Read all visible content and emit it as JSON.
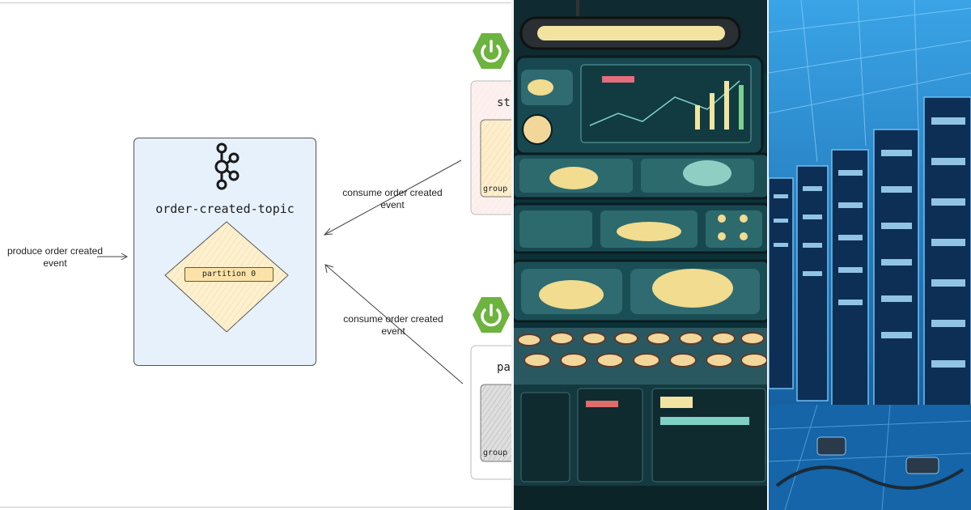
{
  "diagram": {
    "topic": {
      "title": "order-created-topic",
      "partition_label": "partition 0",
      "icon": "kafka-icon"
    },
    "edges": {
      "produce": "produce order created event",
      "consume_top": "consume order created event",
      "consume_bottom": "consume order created event"
    },
    "services": [
      {
        "name_fragment": "st",
        "group_fragment": "group",
        "icon": "spring-boot-icon"
      },
      {
        "name_fragment": "pa",
        "group_fragment": "group",
        "icon": "spring-boot-icon"
      }
    ]
  },
  "colors": {
    "topic_fill": "#e7f1fb",
    "partition_fill": "#fbe2a8",
    "spring_green": "#6db33f",
    "control_room_bg": "#0d3940",
    "server_room_bg": "#1f7fc6"
  }
}
